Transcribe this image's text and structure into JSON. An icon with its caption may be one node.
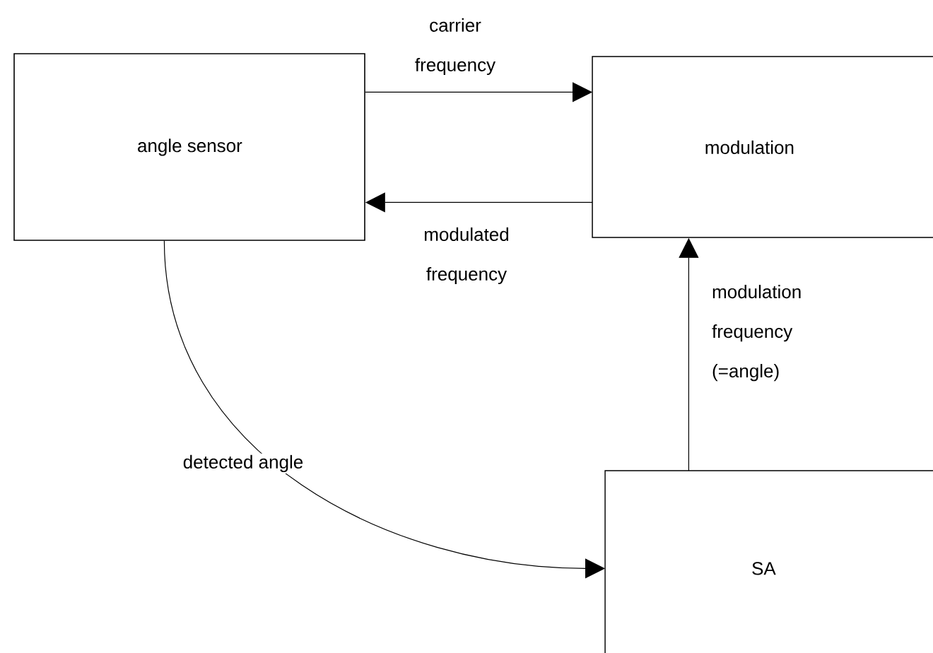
{
  "diagram": {
    "nodes": [
      {
        "text": [
          "angle sensor"
        ]
      },
      {
        "text": [
          "modulation"
        ]
      },
      {
        "text": [
          "SA"
        ]
      }
    ],
    "edges": [
      {
        "from": 0,
        "to": 1,
        "arrow": "to",
        "label": "carrier frequency"
      },
      {
        "from": 1,
        "to": 0,
        "arrow": "to",
        "label": "modulated frequency"
      },
      {
        "from": 2,
        "to": 1,
        "arrow": "to",
        "label": "modulation frequency (=angle)"
      },
      {
        "from": 0,
        "to": 2,
        "arrow": "to",
        "label": "detected angle"
      }
    ]
  }
}
